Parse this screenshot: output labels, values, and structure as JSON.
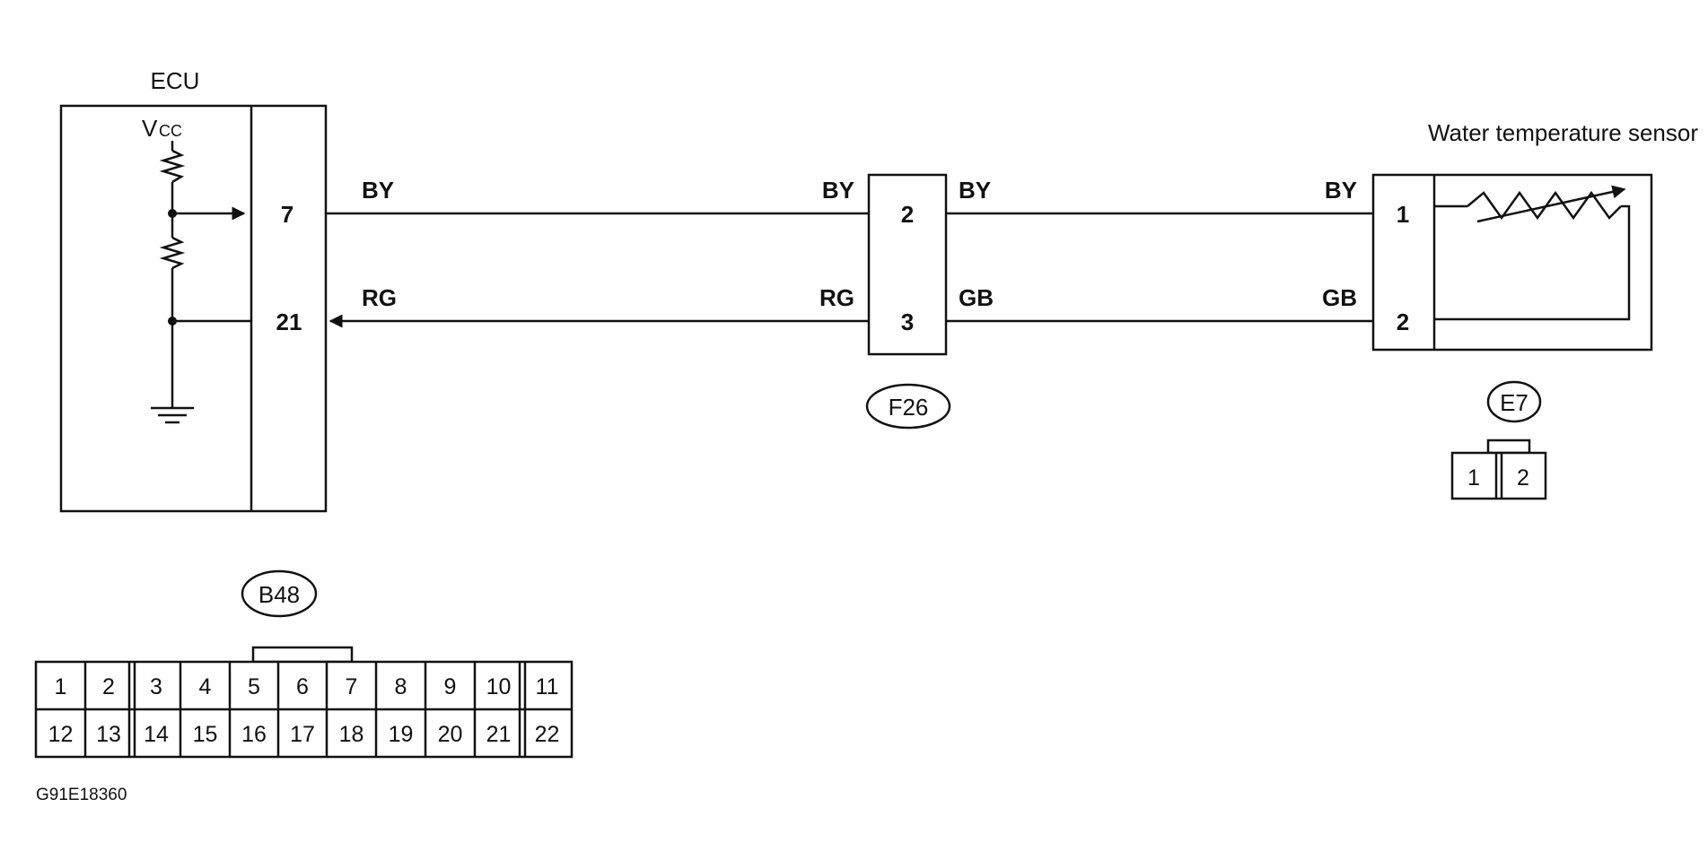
{
  "ecu": {
    "title": "ECU",
    "vcc_main": "V",
    "vcc_sub": "CC",
    "pin_top": "7",
    "pin_bottom": "21"
  },
  "wires": {
    "ecu_top": "BY",
    "ecu_bottom": "RG",
    "f26_left_top": "BY",
    "f26_left_bottom": "RG",
    "f26_right_top": "BY",
    "f26_right_bottom": "GB",
    "sensor_top": "BY",
    "sensor_bottom": "GB"
  },
  "connector_f26": {
    "code": "F26",
    "pin_top": "2",
    "pin_bottom": "3"
  },
  "sensor": {
    "title": "Water temperature sensor",
    "pin_top": "1",
    "pin_bottom": "2"
  },
  "connector_e7": {
    "code": "E7",
    "pins": [
      "1",
      "2"
    ]
  },
  "connector_b48": {
    "code": "B48",
    "row1": [
      "1",
      "2",
      "3",
      "4",
      "5",
      "6",
      "7",
      "8",
      "9",
      "10",
      "11"
    ],
    "row2": [
      "12",
      "13",
      "14",
      "15",
      "16",
      "17",
      "18",
      "19",
      "20",
      "21",
      "22"
    ]
  },
  "figure_code": "G91E18360"
}
